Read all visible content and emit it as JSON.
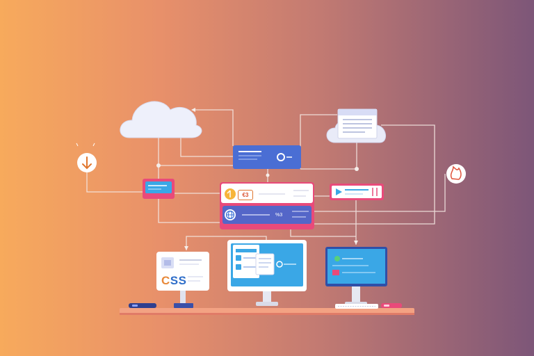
{
  "logo": {
    "text": "CSS"
  },
  "card_badge": "€3",
  "small_number": "%3",
  "colors": {
    "blue_panel": "#4a6ed4",
    "pink_frame": "#e94a7a",
    "screen_blue": "#3aa7e6",
    "white": "#ffffff",
    "line": "#f2e6e2",
    "desk": "#f08c6c"
  },
  "icons": [
    "cloud-icon",
    "document-icon",
    "download-icon",
    "flame-icon",
    "globe-icon",
    "play-icon",
    "mouse-icon",
    "keyboard-icon"
  ]
}
